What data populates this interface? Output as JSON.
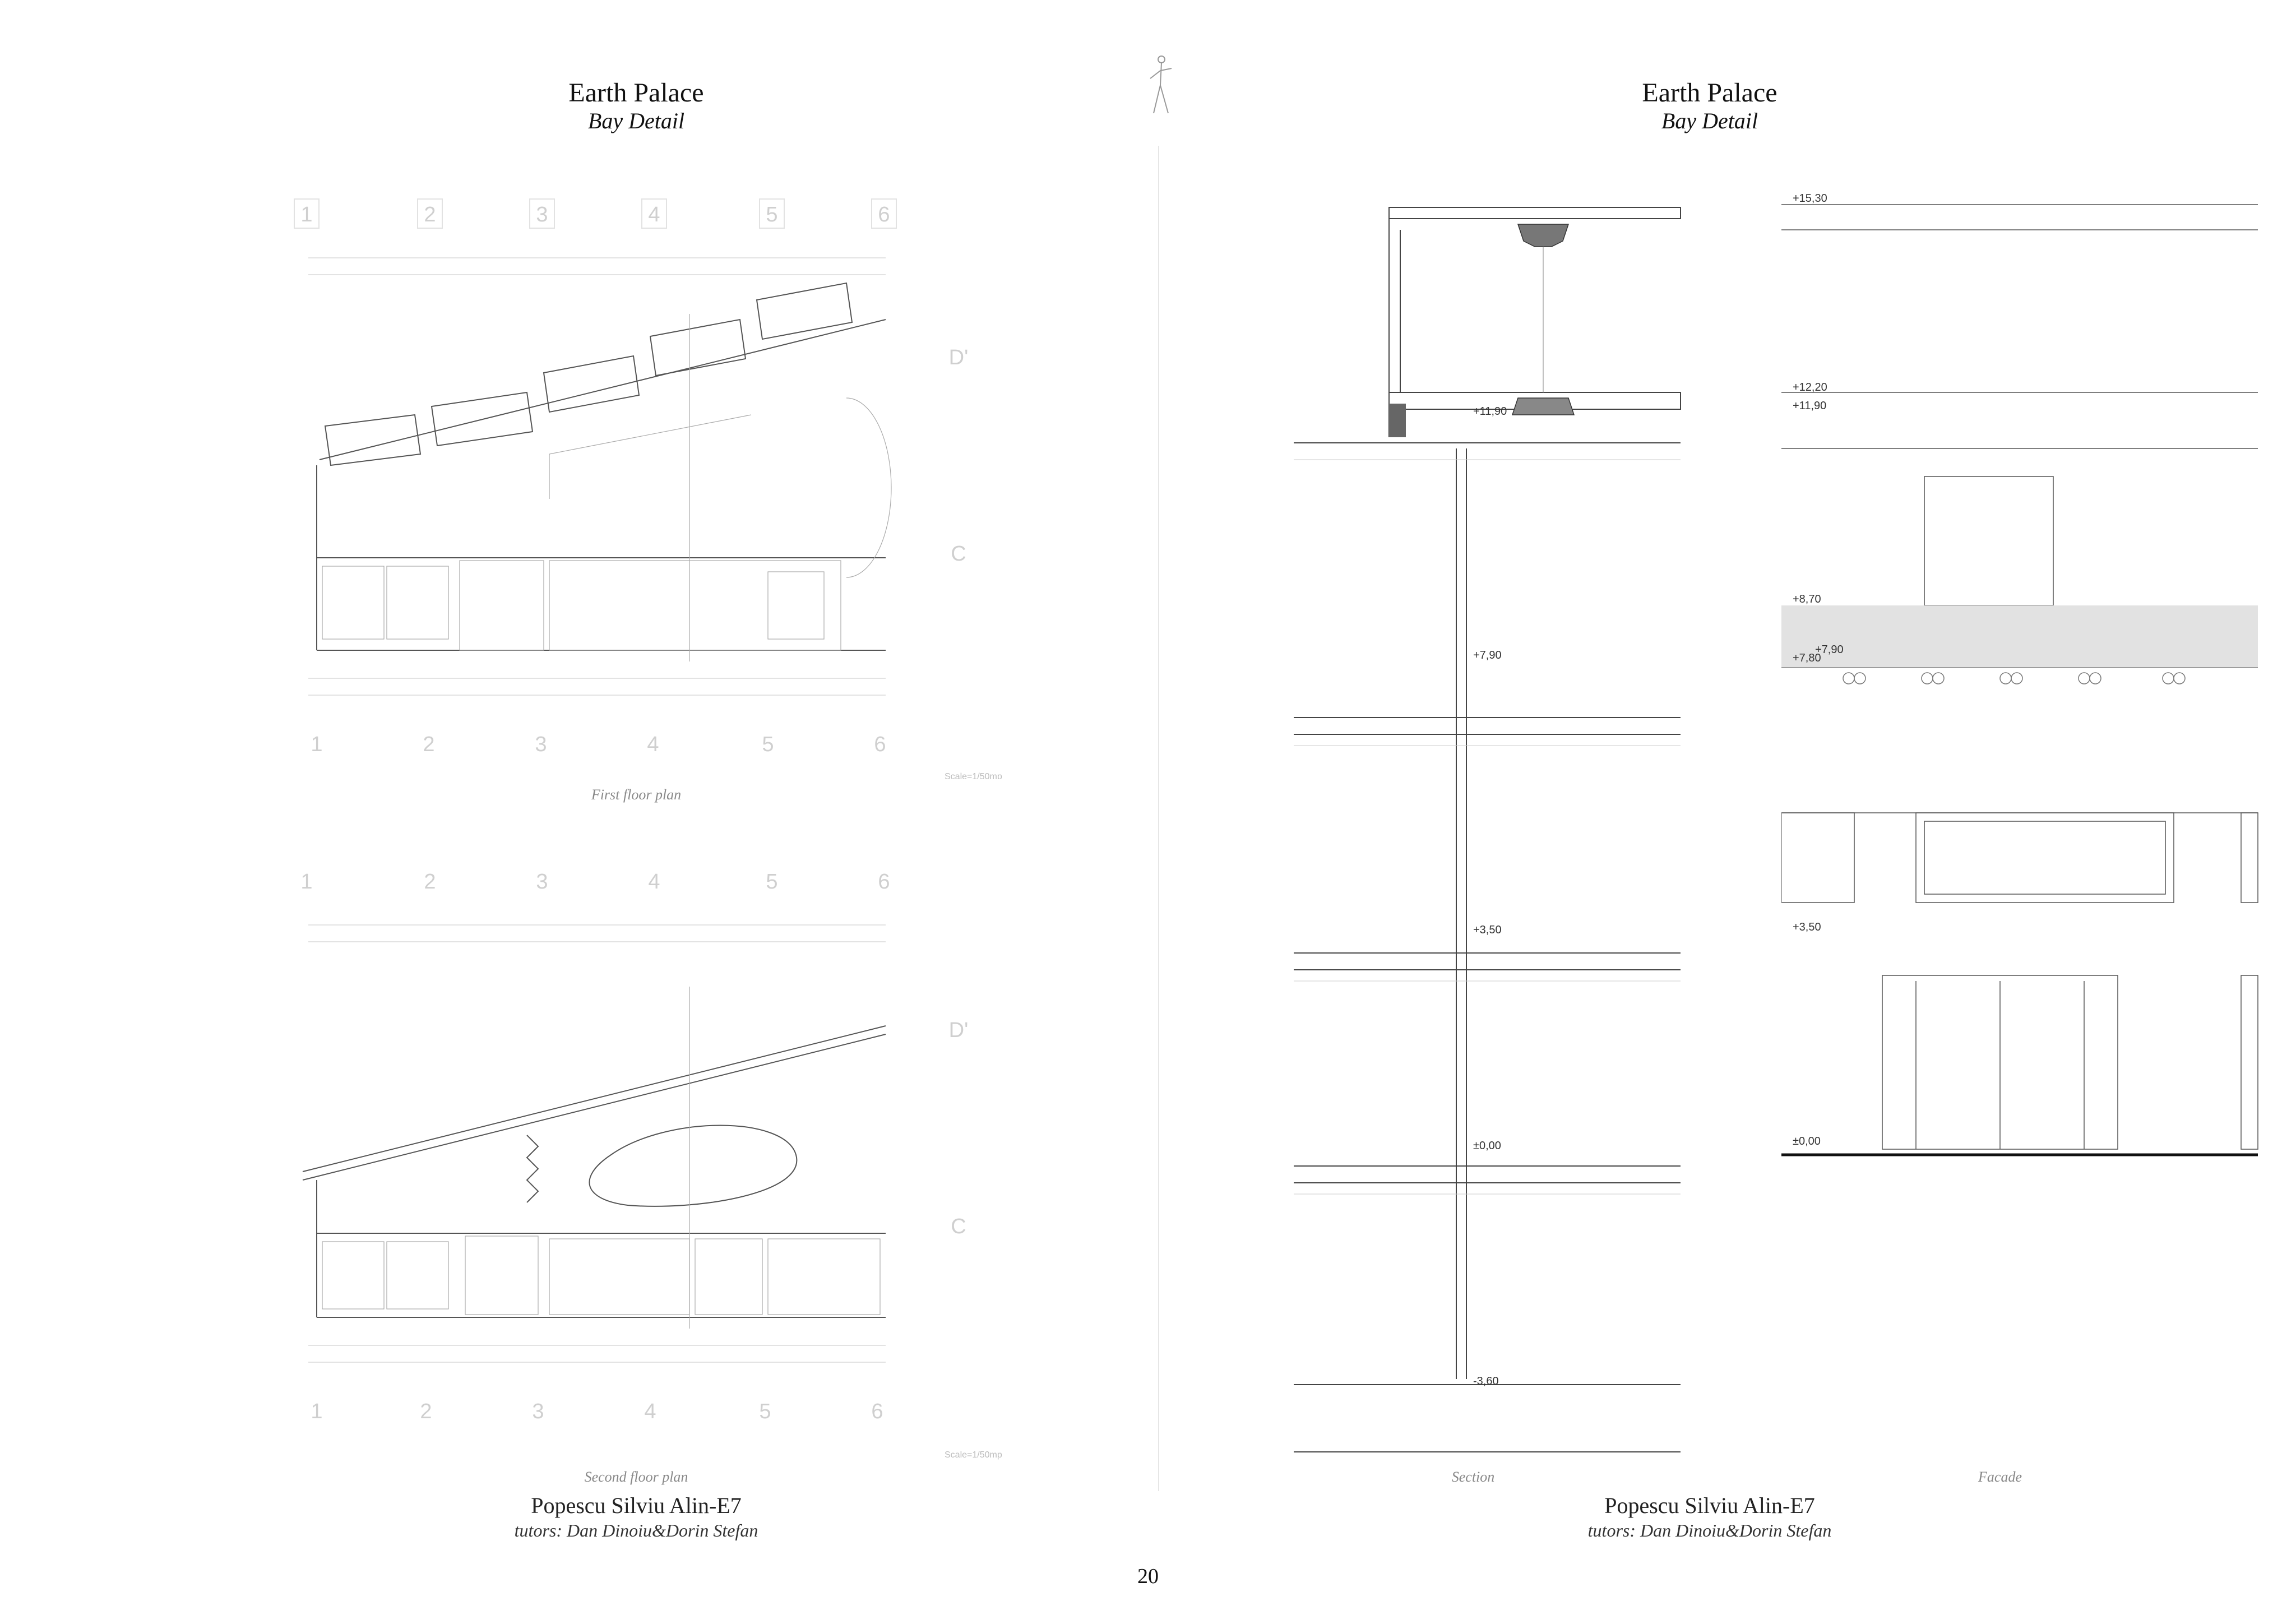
{
  "left": {
    "title": "Earth Palace",
    "subtitle": "Bay Detail",
    "plan1_caption": "First floor plan",
    "plan2_caption": "Second floor plan",
    "plan1_scale": "Scale=1/50mp",
    "plan2_scale": "Scale=1/50mp",
    "grid_numbers": [
      "1",
      "2",
      "3",
      "4",
      "5",
      "6"
    ],
    "grid_letters": [
      "D'",
      "C"
    ],
    "author": "Popescu Silviu Alin-E7",
    "tutors": "tutors: Dan Dinoiu&Dorin Stefan"
  },
  "right": {
    "title": "Earth Palace",
    "subtitle": "Bay Detail",
    "section_caption": "Section",
    "facade_caption": "Facade",
    "section_levels": [
      "+11,90",
      "+7,90",
      "+3,50",
      "±0,00",
      "-3,60"
    ],
    "facade_levels": [
      "+15,30",
      "+12,20",
      "+11,90",
      "+8,70",
      "+7,80",
      "+7,90",
      "+3,50",
      "±0,00"
    ],
    "author": "Popescu Silviu Alin-E7",
    "tutors": "tutors: Dan Dinoiu&Dorin Stefan"
  },
  "page_number": "20",
  "icons": {
    "logo": "figure-emblem-icon"
  }
}
